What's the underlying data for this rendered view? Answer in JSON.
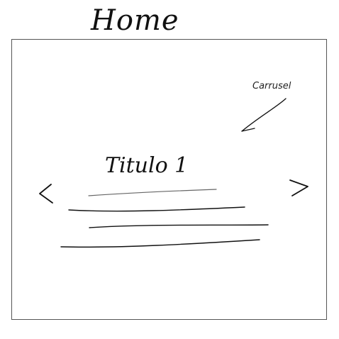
{
  "page": {
    "title": "Home"
  },
  "carousel": {
    "annotation": "Carrusel",
    "slide": {
      "title": "Titulo 1"
    },
    "prev_icon": "chevron-left-icon",
    "next_icon": "chevron-right-icon"
  },
  "colors": {
    "ink": "#111111",
    "frame_border": "#555555",
    "background": "#ffffff"
  }
}
